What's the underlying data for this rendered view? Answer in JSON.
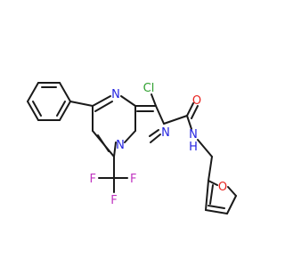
{
  "molecule": {
    "atoms": [
      {
        "id": "cl",
        "text": "Cl",
        "color": "#2fa02f"
      },
      {
        "id": "o1",
        "text": "O",
        "color": "#e8221e"
      },
      {
        "id": "n1",
        "text": "N",
        "color": "#2323e0"
      },
      {
        "id": "n2",
        "text": "N",
        "color": "#2323e0"
      },
      {
        "id": "n3",
        "text": "N",
        "color": "#2323e0"
      },
      {
        "id": "nh",
        "text": "N",
        "color": "#2323e0"
      },
      {
        "id": "hh",
        "text": "H",
        "color": "#2323e0"
      },
      {
        "id": "o2",
        "text": "O",
        "color": "#e8221e"
      },
      {
        "id": "f1",
        "text": "F",
        "color": "#c035c0"
      },
      {
        "id": "f2",
        "text": "F",
        "color": "#c035c0"
      },
      {
        "id": "f3",
        "text": "F",
        "color": "#c035c0"
      }
    ]
  }
}
